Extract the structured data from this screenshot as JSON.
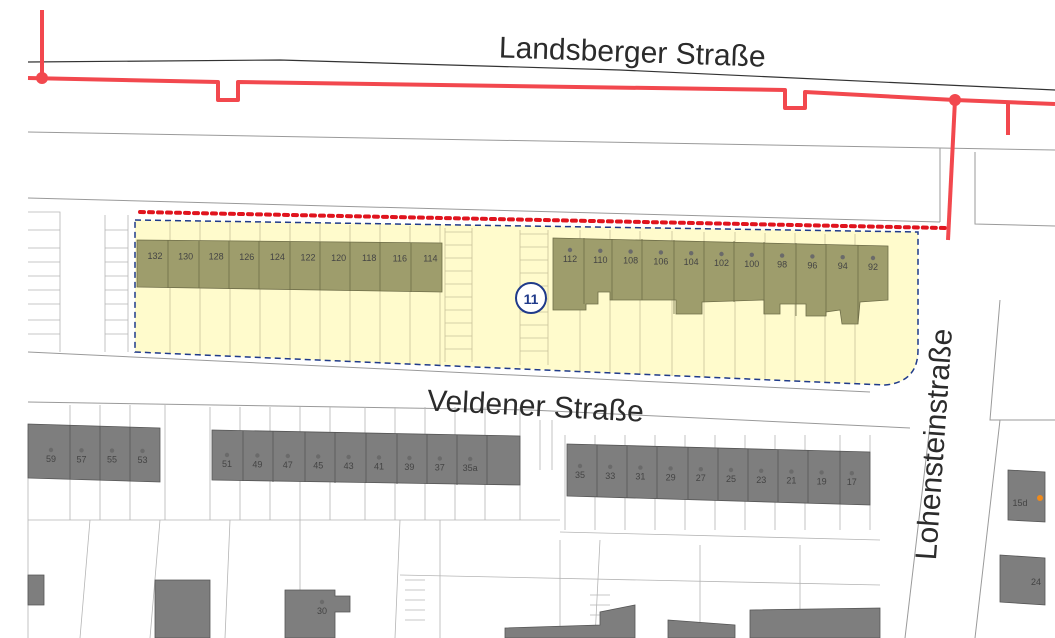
{
  "streets": {
    "north": "Landsberger Straße",
    "south": "Veldener Straße",
    "east": "Lohensteinstraße"
  },
  "area": {
    "label": "11",
    "fill_color": "#fffbcc",
    "border_color": "#1f3a8a",
    "dotted_line_color": "#e0141e"
  },
  "colors": {
    "highlighted_building": "#9e9d6c",
    "building": "#7e7e7e",
    "red_line": "#f2484e"
  },
  "house_numbers": {
    "row_north_west": [
      "132",
      "130",
      "128",
      "126",
      "124",
      "122",
      "120",
      "118",
      "116",
      "114"
    ],
    "row_north_east": [
      "112",
      "110",
      "108",
      "106",
      "104",
      "102",
      "100",
      "98",
      "96",
      "94",
      "92"
    ],
    "row_south_west": [
      "59",
      "57",
      "55",
      "53"
    ],
    "row_south_middle": [
      "51",
      "49",
      "47",
      "45",
      "43",
      "41",
      "39",
      "37",
      "35a"
    ],
    "row_south_east": [
      "35",
      "33",
      "31",
      "29",
      "27",
      "25",
      "23",
      "21",
      "19",
      "17"
    ],
    "east_side": [
      "15d",
      "24"
    ],
    "lower": [
      "30"
    ]
  }
}
